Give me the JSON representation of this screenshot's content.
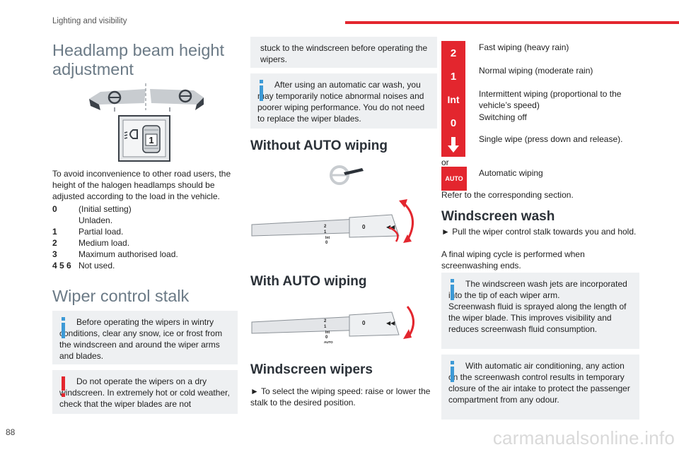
{
  "header": {
    "title": "Lighting and visibility",
    "page_number": "88",
    "accent": "#e3262e"
  },
  "watermark": "carmanualsonline.info",
  "headlamp": {
    "heading": "Headlamp beam height adjustment",
    "intro": "To avoid inconvenience to other road users, the height of the halogen headlamps should be adjusted according to the load in the vehicle.",
    "settings": [
      {
        "key": "0",
        "value": "(Initial setting)"
      },
      {
        "key": "",
        "value": "Unladen."
      },
      {
        "key": "1",
        "value": "Partial load."
      },
      {
        "key": "2",
        "value": "Medium load."
      },
      {
        "key": "3",
        "value": "Maximum authorised load."
      },
      {
        "key": "4 5 6",
        "value": "Not used."
      }
    ],
    "dial_digit": "1"
  },
  "wiper_stalk": {
    "heading": "Wiper control stalk",
    "note_info": "Before operating the wipers in wintry conditions, clear any snow, ice or frost from the windscreen and around the wiper arms and blades.",
    "note_warning": "Do not operate the wipers on a dry windscreen. In extremely hot or cold weather, check that the wiper blades are not",
    "note_warning_cont": "stuck to the windscreen before operating the wipers.",
    "note_car_wash": "After using an automatic car wash, you may temporarily notice abnormal noises and poorer wiping performance.  You do not need to replace the wiper blades."
  },
  "without_auto": {
    "heading": "Without AUTO wiping"
  },
  "with_auto": {
    "heading": "With AUTO wiping"
  },
  "stalk_labels": {
    "s2": "2",
    "s1": "1",
    "int": "Int",
    "s0": "0",
    "auto": "AUTO"
  },
  "windscreen_wipers": {
    "heading": "Windscreen wipers",
    "instruction": "► To select the wiping speed: raise or lower the stalk to the desired position."
  },
  "wipe_modes": [
    {
      "badge": "2",
      "label": "Fast wiping (heavy rain)"
    },
    {
      "badge": "1",
      "label": "Normal wiping (moderate rain)"
    },
    {
      "badge": "Int",
      "label": "Intermittent wiping (proportional to the vehicle’s speed)"
    },
    {
      "badge": "0",
      "label": "Switching off"
    },
    {
      "badge": "arrow-down",
      "label": "Single wipe (press down and release)."
    }
  ],
  "or_text": "or",
  "auto_mode": {
    "badge": "AUTO",
    "label": "Automatic wiping"
  },
  "refer_text": "Refer to the corresponding section.",
  "windscreen_wash": {
    "heading": "Windscreen wash",
    "instruction": "► Pull the wiper control stalk towards you and hold.",
    "final_cycle": "A final wiping cycle is performed when screenwashing ends.",
    "note_jets": "The windscreen wash jets are incorporated into the tip of each wiper arm.",
    "note_jets_2": "Screenwash fluid is sprayed along the length of the wiper blade. This improves visibility and reduces screenwash fluid consumption.",
    "note_ac": "With automatic air conditioning, any action on the screenwash control results in temporary closure of the air intake to protect the passenger compartment from any odour."
  }
}
